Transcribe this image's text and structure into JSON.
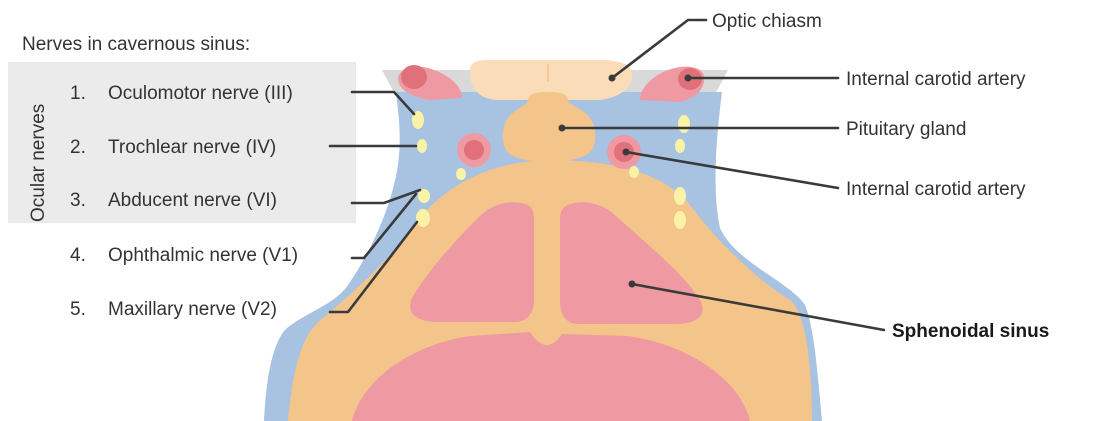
{
  "nerves_title": "Nerves in cavernous sinus:",
  "group_label": "Ocular nerves",
  "nerves": [
    {
      "num": "1.",
      "name": "Oculomotor nerve (III)"
    },
    {
      "num": "2.",
      "name": "Trochlear nerve (IV)"
    },
    {
      "num": "3.",
      "name": "Abducent nerve (VI)"
    },
    {
      "num": "4.",
      "name": "Ophthalmic nerve (V1)"
    },
    {
      "num": "5.",
      "name": "Maxillary nerve (V2)"
    }
  ],
  "structures": {
    "optic_chiasm": "Optic chiasm",
    "internal_carotid_top": "Internal carotid artery",
    "pituitary_gland": "Pituitary gland",
    "internal_carotid_mid": "Internal carotid artery",
    "sphenoidal_sinus": "Sphenoidal sinus"
  },
  "colors": {
    "sinus_blue": "#a8c2e2",
    "bone_orange": "#f3c58a",
    "cavity_pink": "#ef9aa2",
    "artery_red": "#e0707a",
    "nerve_yellow": "#faf3a6",
    "chiasm_cream": "#fbdcb8",
    "group_box_gray": "#ebebeb",
    "leader_line": "#3a3a3a"
  }
}
